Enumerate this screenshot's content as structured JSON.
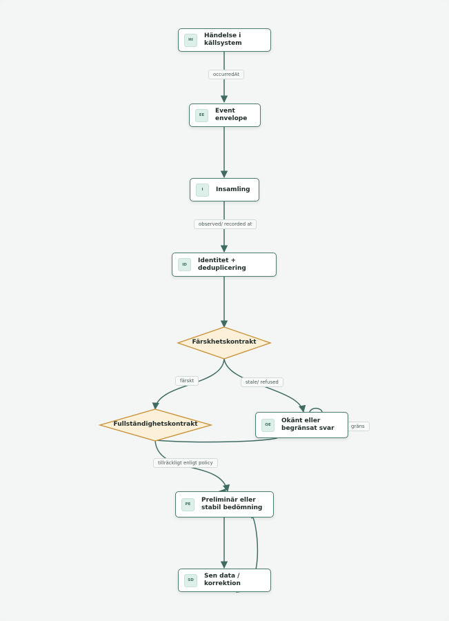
{
  "nodes": {
    "handelse": {
      "badge": "HI",
      "label": "Händelse i källsystem"
    },
    "envelope": {
      "badge": "EE",
      "label": "Event envelope"
    },
    "insamling": {
      "badge": "I",
      "label": "Insamling"
    },
    "identitet": {
      "badge": "ID",
      "label": "Identitet + deduplicering"
    },
    "farskhet": {
      "label": "Färskhetskontrakt"
    },
    "fullstandighet": {
      "label": "Fullständighetskontrakt"
    },
    "okant": {
      "badge": "OE",
      "label": "Okänt eller begränsat svar"
    },
    "preliminar": {
      "badge": "PE",
      "label": "Preliminär eller stabil bedömning"
    },
    "sen": {
      "badge": "SD",
      "label": "Sen data / korrektion"
    }
  },
  "edge_labels": {
    "occurred": "occurredAt",
    "observed": "observed/ recorded at",
    "farskt": "färskt",
    "stale": "stale/ refused",
    "grans": "gräns",
    "tillrackligt": "tillräckligt enligt policy"
  },
  "colors": {
    "edge": "#3f6b62",
    "node_border": "#4d7a6e",
    "diamond_fill": "#fdf0d9",
    "diamond_border": "#c8923a"
  }
}
